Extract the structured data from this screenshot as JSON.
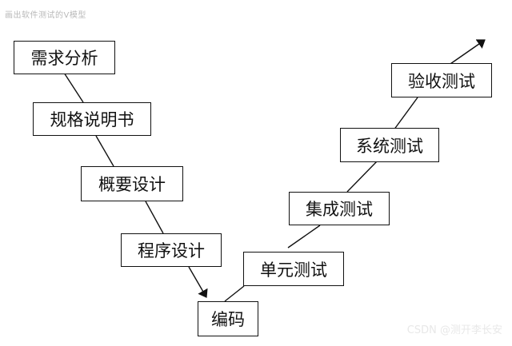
{
  "caption": "画出软件测试的V模型",
  "left_steps": [
    "需求分析",
    "规格说明书",
    "概要设计",
    "程序设计"
  ],
  "bottom": "编码",
  "right_steps": [
    "单元测试",
    "集成测试",
    "系统测试",
    "验收测试"
  ],
  "watermark": "CSDN @测开李长安"
}
